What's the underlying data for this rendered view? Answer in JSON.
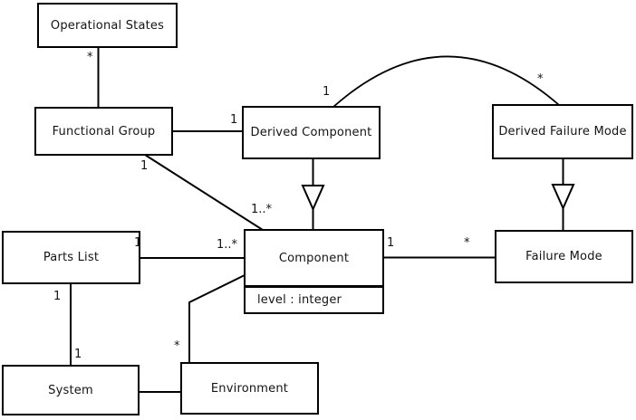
{
  "diagram_type": "uml-class-diagram",
  "classes": {
    "operational_states": {
      "name": "Operational States"
    },
    "functional_group": {
      "name": "Functional Group"
    },
    "derived_component": {
      "name": "Derived Component"
    },
    "derived_failure_mode": {
      "name": "Derived Failure Mode"
    },
    "parts_list": {
      "name": "Parts List"
    },
    "component": {
      "name": "Component",
      "attribute": "level : integer"
    },
    "failure_mode": {
      "name": "Failure Mode"
    },
    "system": {
      "name": "System"
    },
    "environment": {
      "name": "Environment"
    }
  },
  "labels": {
    "os_fg_star": "*",
    "fg_dc_one": "1",
    "arc_one": "1",
    "arc_star": "*",
    "fg_comp_one": "1",
    "fg_comp_many": "1..*",
    "pl_comp_one": "1",
    "pl_comp_many": "1..*",
    "comp_fm_one": "1",
    "comp_fm_star": "*",
    "pl_sys_top": "1",
    "pl_sys_bottom": "1",
    "env_comp_star": "*"
  },
  "relationships": [
    {
      "from": "Operational States",
      "to": "Functional Group",
      "type": "association",
      "from_multiplicity": "*",
      "to_multiplicity": ""
    },
    {
      "from": "Functional Group",
      "to": "Derived Component",
      "type": "association",
      "from_multiplicity": "",
      "to_multiplicity": "1"
    },
    {
      "from": "Derived Component",
      "to": "Derived Failure Mode",
      "type": "association-arc",
      "from_multiplicity": "1",
      "to_multiplicity": "*"
    },
    {
      "from": "Derived Component",
      "to": "Component",
      "type": "generalization",
      "from_multiplicity": "",
      "to_multiplicity": ""
    },
    {
      "from": "Derived Failure Mode",
      "to": "Failure Mode",
      "type": "generalization",
      "from_multiplicity": "",
      "to_multiplicity": ""
    },
    {
      "from": "Functional Group",
      "to": "Component",
      "type": "association",
      "from_multiplicity": "1",
      "to_multiplicity": "1..*"
    },
    {
      "from": "Parts List",
      "to": "Component",
      "type": "association",
      "from_multiplicity": "1",
      "to_multiplicity": "1..*"
    },
    {
      "from": "Component",
      "to": "Failure Mode",
      "type": "association",
      "from_multiplicity": "1",
      "to_multiplicity": "*"
    },
    {
      "from": "Parts List",
      "to": "System",
      "type": "association",
      "from_multiplicity": "1",
      "to_multiplicity": "1"
    },
    {
      "from": "System",
      "to": "Environment",
      "type": "association",
      "from_multiplicity": "",
      "to_multiplicity": ""
    },
    {
      "from": "Component",
      "to": "Environment",
      "type": "association",
      "from_multiplicity": "",
      "to_multiplicity": "*"
    }
  ],
  "colors": {
    "line": "#000000",
    "box_border": "#000000",
    "box_fill": "#ffffff",
    "background": "#ffffff",
    "text": "#141414"
  }
}
